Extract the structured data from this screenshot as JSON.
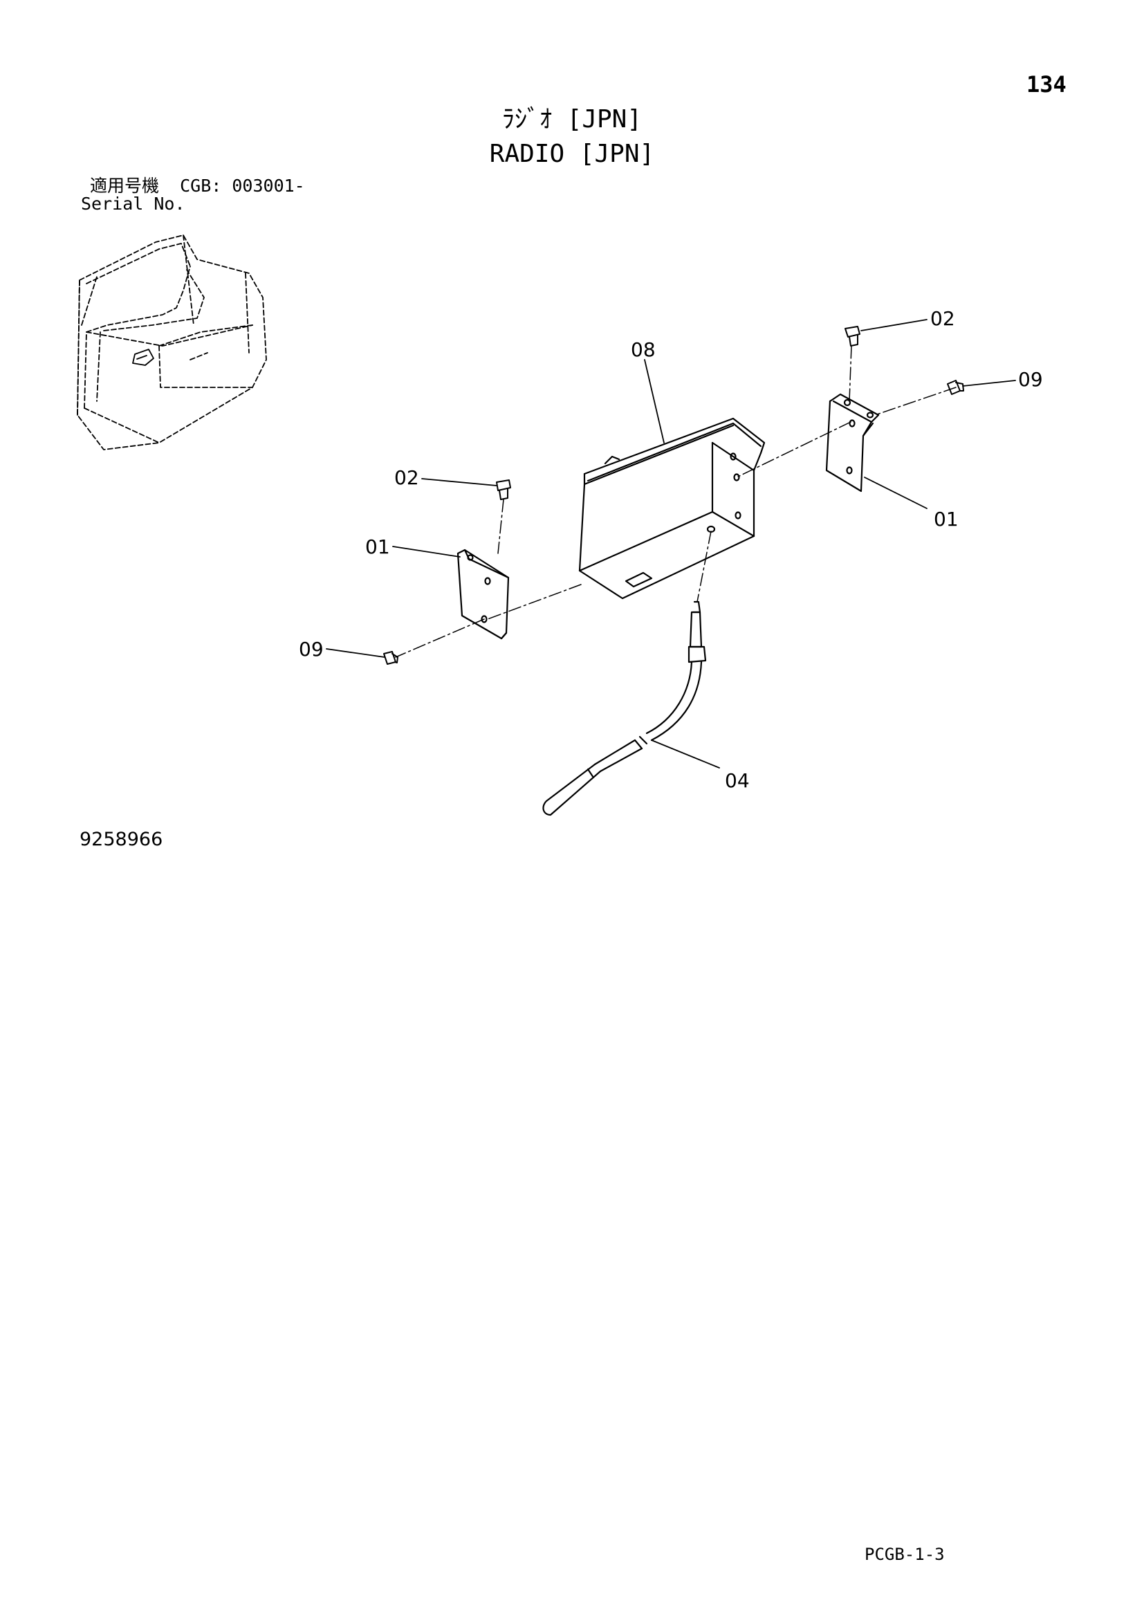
{
  "page": {
    "number": "134",
    "title_ja": "ﾗｼﾞｵ [JPN]",
    "title_en": "RADIO [JPN]",
    "serial_label_ja": "適用号機  CGB: 003001-",
    "serial_label_en": "Serial No.",
    "drawing_number": "9258966",
    "sheet_code": "PCGB-1-3"
  },
  "callouts": [
    {
      "id": "c-02-top",
      "label": "02"
    },
    {
      "id": "c-09-right",
      "label": "09"
    },
    {
      "id": "c-08",
      "label": "08"
    },
    {
      "id": "c-01-right",
      "label": "01"
    },
    {
      "id": "c-02-left",
      "label": "02"
    },
    {
      "id": "c-01-left",
      "label": "01"
    },
    {
      "id": "c-09-left",
      "label": "09"
    },
    {
      "id": "c-04",
      "label": "04"
    }
  ]
}
